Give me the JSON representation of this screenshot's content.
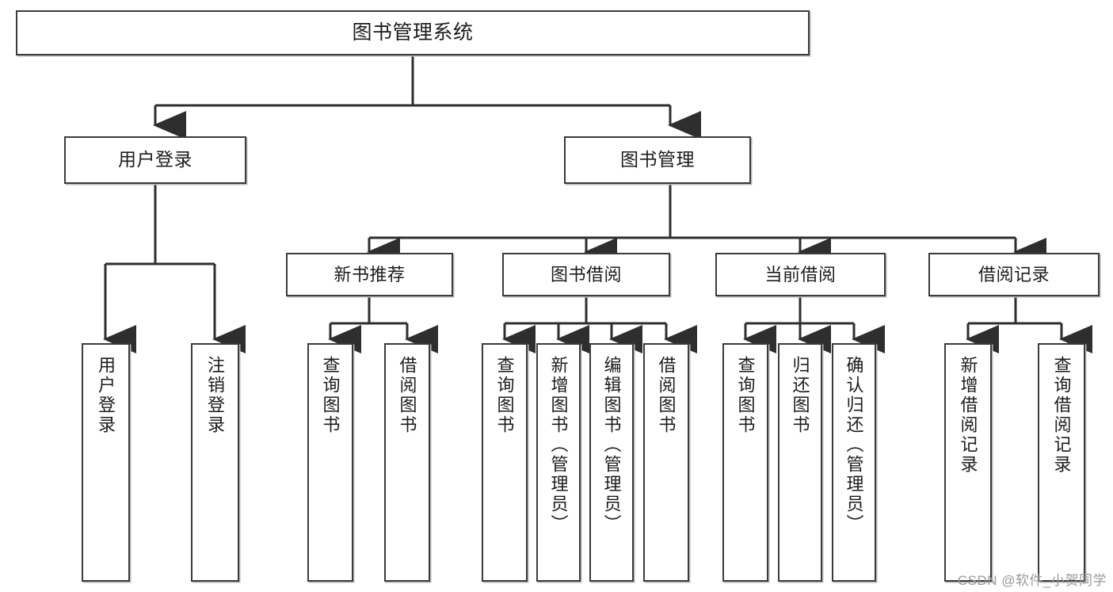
{
  "diagram": {
    "type": "tree",
    "title": "图书管理系统",
    "orientation": "top-down",
    "colors": {
      "box_border": "#3b3b3b",
      "box_fill": "#ffffff",
      "connector": "#2e2e2e",
      "watermark": "#9a9a9a",
      "background": "#ffffff"
    }
  },
  "root": {
    "label": "图书管理系统"
  },
  "level1": [
    {
      "label": "用户登录"
    },
    {
      "label": "图书管理"
    }
  ],
  "level2": [
    {
      "label": "新书推荐"
    },
    {
      "label": "图书借阅"
    },
    {
      "label": "当前借阅"
    },
    {
      "label": "借阅记录"
    }
  ],
  "leaves": {
    "user_login": [
      {
        "label": "用户登录"
      },
      {
        "label": "注销登录"
      }
    ],
    "new_book_recommend": [
      {
        "label": "查询图书"
      },
      {
        "label": "借阅图书"
      }
    ],
    "book_borrow": [
      {
        "label": "查询图书"
      },
      {
        "label": "新增图书（管理员）"
      },
      {
        "label": "编辑图书（管理员）"
      },
      {
        "label": "借阅图书"
      }
    ],
    "current_borrow": [
      {
        "label": "查询图书"
      },
      {
        "label": "归还图书"
      },
      {
        "label": "确认归还（管理员）"
      }
    ],
    "borrow_record": [
      {
        "label": "新增借阅记录"
      },
      {
        "label": "查询借阅记录"
      }
    ]
  },
  "watermark": {
    "text": "CSDN @软件_小贺同学"
  }
}
